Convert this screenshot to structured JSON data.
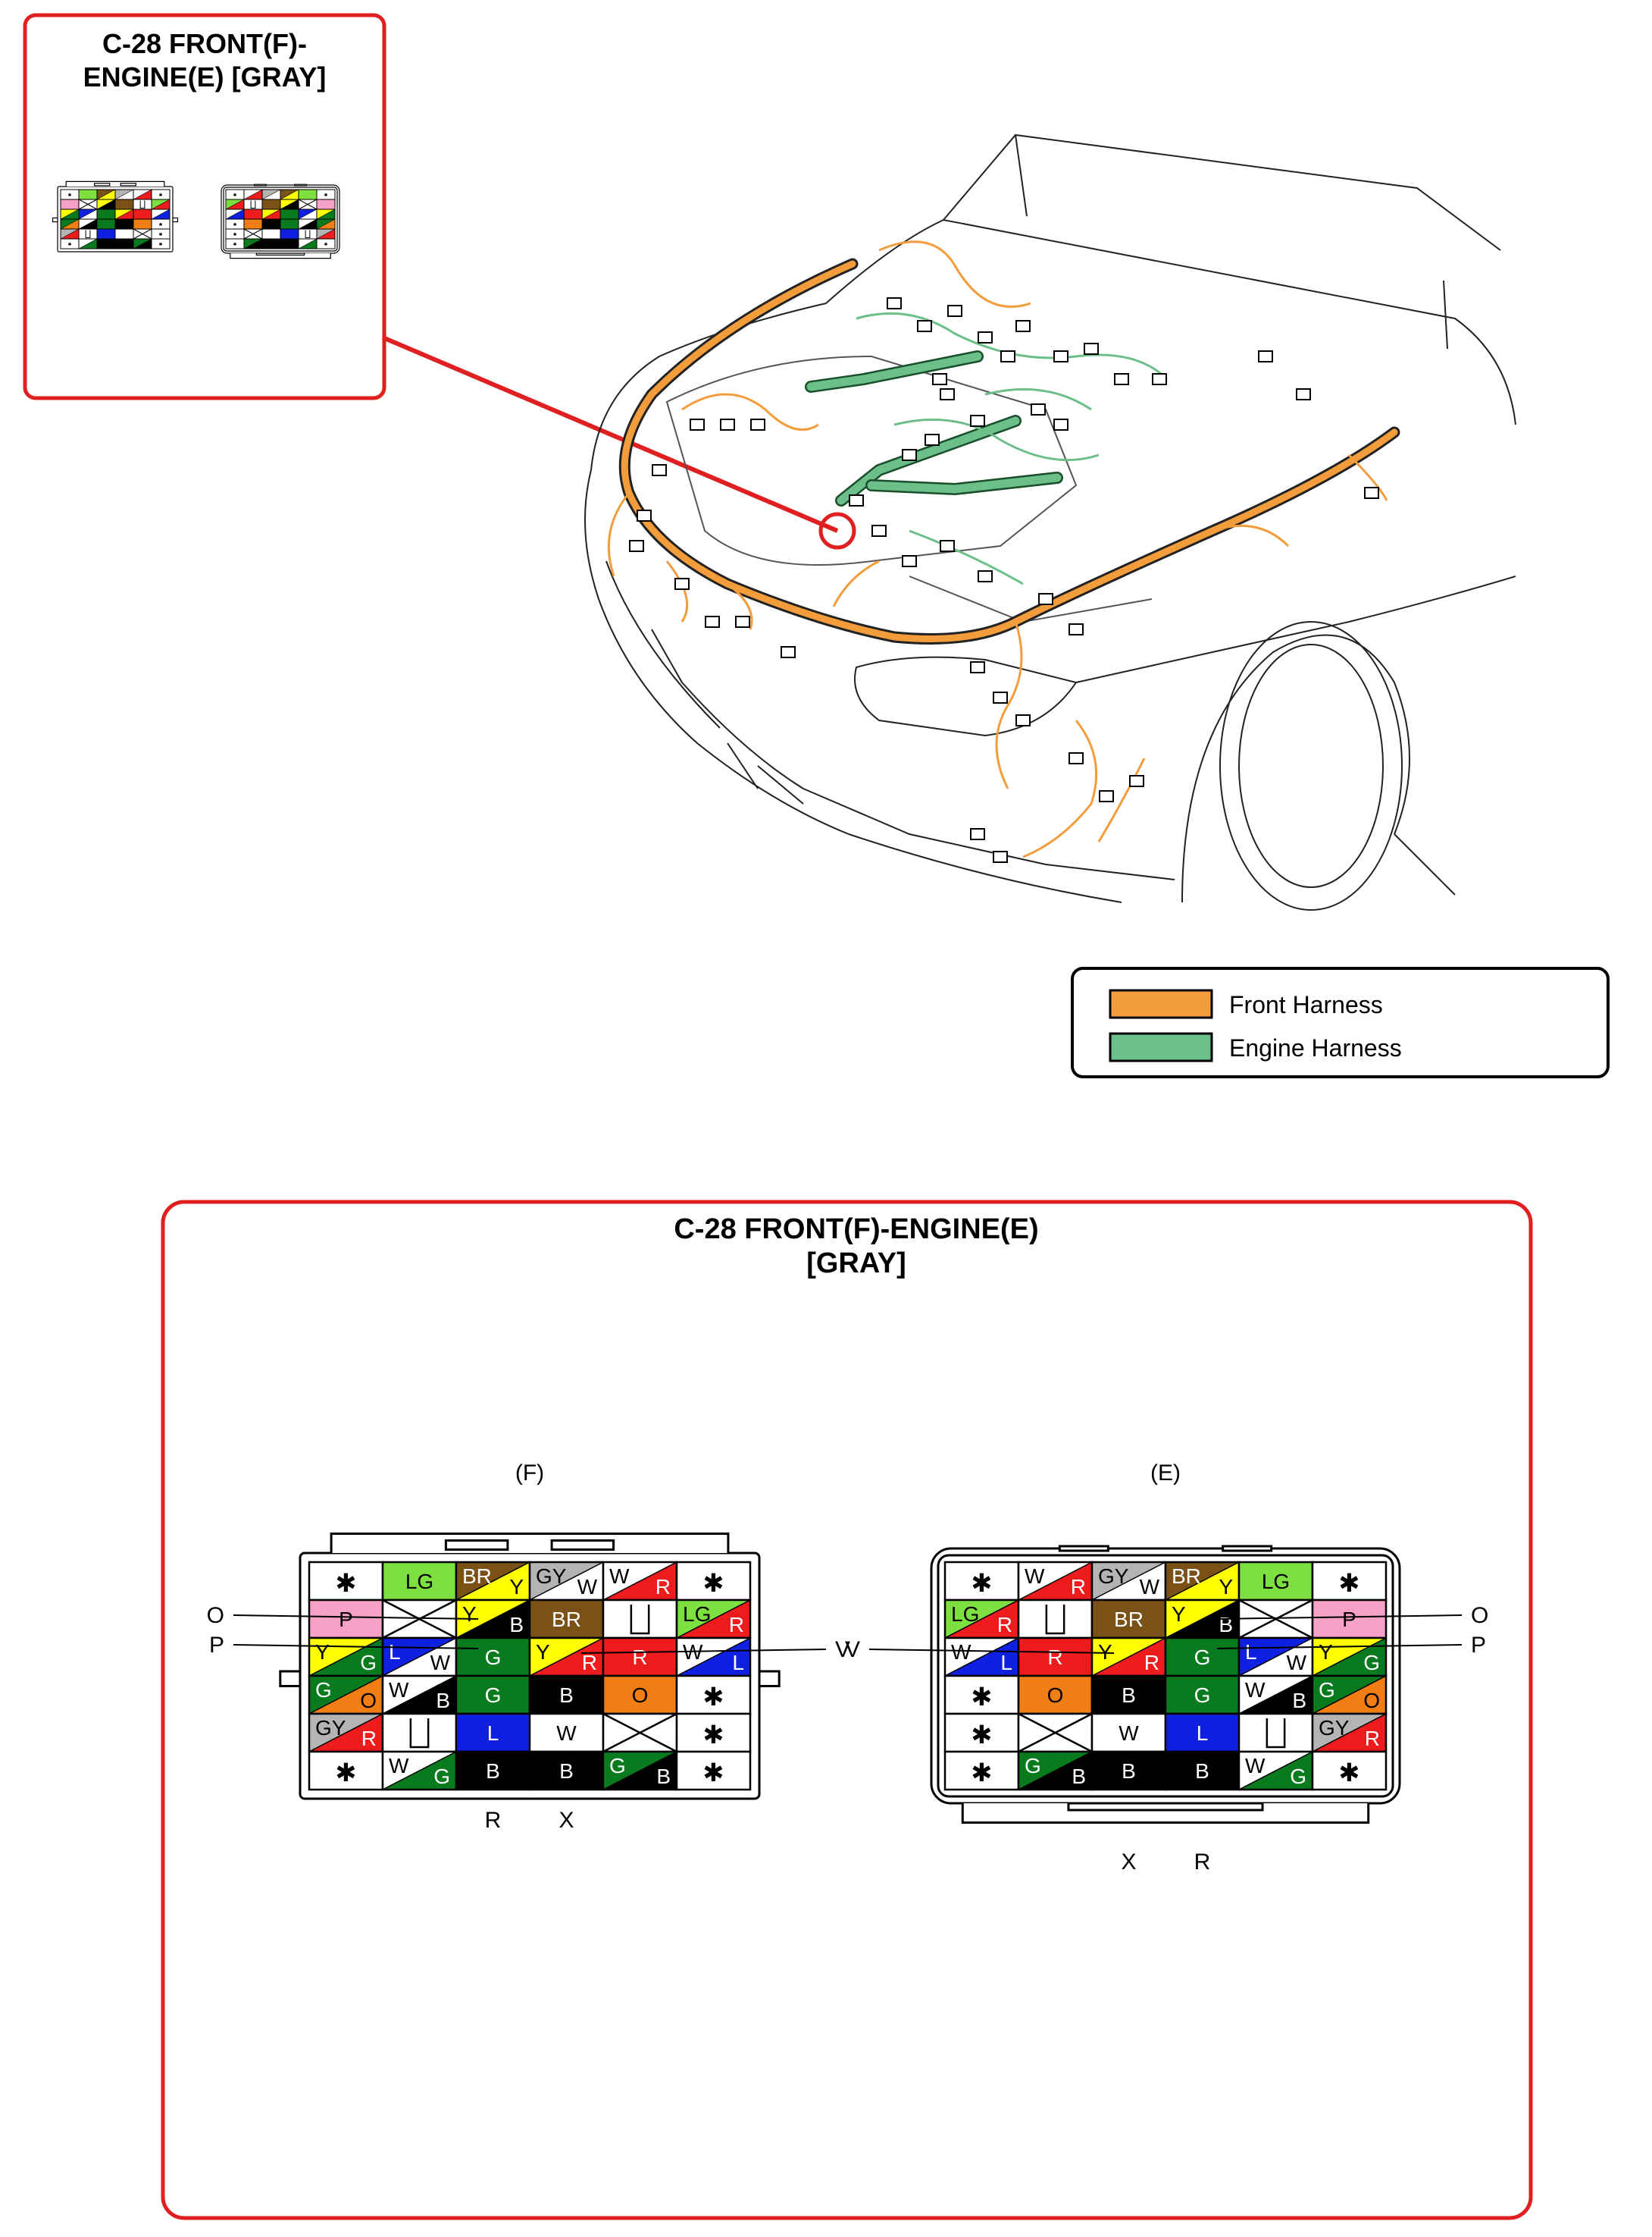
{
  "colors": {
    "front_harness": "#f39c3c",
    "engine_harness": "#6dbf8a",
    "frame_red": "#e02020",
    "wire_code": {
      "B": "#000000",
      "W": "#ffffff",
      "R": "#ee1c1c",
      "G": "#0a7a1e",
      "Y": "#ffff00",
      "L": "#1020e0",
      "LG": "#7ee040",
      "BR": "#7a5218",
      "GY": "#b4b4b4",
      "P": "#f7a0c8",
      "O": "#f07e14"
    }
  },
  "inset": {
    "title_line1": "C-28 FRONT(F)-",
    "title_line2": "ENGINE(E) [GRAY]"
  },
  "legend": {
    "items": [
      {
        "label": "Front Harness",
        "color": "#f39c3c"
      },
      {
        "label": "Engine Harness",
        "color": "#6dbf8a"
      }
    ]
  },
  "detail": {
    "title_line1": "C-28 FRONT(F)-ENGINE(E)",
    "title_line2": "[GRAY]",
    "connectors": [
      {
        "label": "(F)",
        "left_pins": [
          "O",
          "P"
        ],
        "right_pins": [
          "V"
        ],
        "bottom_pins": [
          "R",
          "X"
        ],
        "rows": [
          [
            [
              "*"
            ],
            [
              "LG"
            ],
            [
              "BR",
              "Y"
            ],
            [
              "GY",
              "W"
            ],
            [
              "W",
              "R"
            ],
            [
              "*"
            ]
          ],
          [
            [
              "P"
            ],
            [
              "X"
            ],
            [
              "Y",
              "B"
            ],
            [
              "BR"
            ],
            [
              "U"
            ],
            [
              "LG",
              "R"
            ]
          ],
          [
            [
              "Y",
              "G"
            ],
            [
              "L",
              "W"
            ],
            [
              "G"
            ],
            [
              "Y",
              "R"
            ],
            [
              "R"
            ],
            [
              "W",
              "L"
            ]
          ],
          [
            [
              "G",
              "O"
            ],
            [
              "W",
              "B"
            ],
            [
              "G"
            ],
            [
              "B"
            ],
            [
              "O"
            ],
            [
              "*"
            ]
          ],
          [
            [
              "GY",
              "R"
            ],
            [
              "U"
            ],
            [
              "L"
            ],
            [
              "W"
            ],
            [
              "X"
            ],
            [
              "*"
            ]
          ],
          [
            [
              "*"
            ],
            [
              "W",
              "G"
            ],
            [
              "B"
            ],
            [
              "B"
            ],
            [
              "G",
              "B"
            ],
            [
              "*"
            ]
          ]
        ]
      },
      {
        "label": "(E)",
        "left_pins": [
          "V"
        ],
        "right_pins": [
          "O",
          "P"
        ],
        "bottom_pins": [
          "X",
          "R"
        ],
        "rows": [
          [
            [
              "*"
            ],
            [
              "W",
              "R"
            ],
            [
              "GY",
              "W"
            ],
            [
              "BR",
              "Y"
            ],
            [
              "LG"
            ],
            [
              "*"
            ]
          ],
          [
            [
              "LG",
              "R"
            ],
            [
              "U"
            ],
            [
              "BR"
            ],
            [
              "Y",
              "B"
            ],
            [
              "X"
            ],
            [
              "P"
            ]
          ],
          [
            [
              "W",
              "L"
            ],
            [
              "R"
            ],
            [
              "Y",
              "R"
            ],
            [
              "G"
            ],
            [
              "L",
              "W"
            ],
            [
              "Y",
              "G"
            ]
          ],
          [
            [
              "*"
            ],
            [
              "O"
            ],
            [
              "B"
            ],
            [
              "G"
            ],
            [
              "W",
              "B"
            ],
            [
              "G",
              "O"
            ]
          ],
          [
            [
              "*"
            ],
            [
              "X"
            ],
            [
              "W"
            ],
            [
              "L"
            ],
            [
              "U"
            ],
            [
              "GY",
              "R"
            ]
          ],
          [
            [
              "*"
            ],
            [
              "G",
              "B"
            ],
            [
              "B"
            ],
            [
              "B"
            ],
            [
              "W",
              "G"
            ],
            [
              "*"
            ]
          ]
        ]
      }
    ]
  }
}
